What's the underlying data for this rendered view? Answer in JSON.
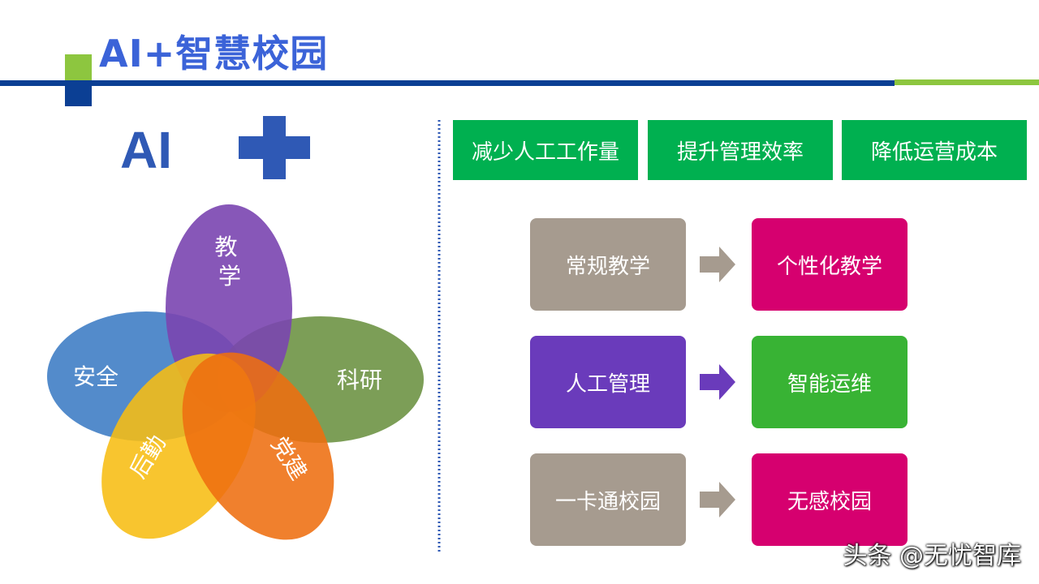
{
  "header": {
    "title": "AI+智慧校园"
  },
  "left": {
    "ai_text": "AI",
    "petals": {
      "top": "教\n学",
      "left": "安全",
      "right": "科研",
      "bottom_left": "后勤",
      "bottom_right": "党建"
    }
  },
  "benefits": [
    "减少人工工作量",
    "提升管理效率",
    "降低运营成本"
  ],
  "flows": [
    {
      "from": "常规教学",
      "to": "个性化教学",
      "from_color": "#a69b8f",
      "to_color": "#d6006f",
      "arrow_color": "#a69b8f"
    },
    {
      "from": "人工管理",
      "to": "智能运维",
      "from_color": "#6a3bbb",
      "to_color": "#38b334",
      "arrow_color": "#6a3bbb"
    },
    {
      "from": "一卡通校园",
      "to": "无感校园",
      "from_color": "#a69b8f",
      "to_color": "#d6006f",
      "arrow_color": "#a69b8f"
    }
  ],
  "watermark": "头条 @无忧智库",
  "colors": {
    "title": "#3b63d8",
    "navy": "#0b3f94",
    "lime": "#8dc63f",
    "green": "#00b050"
  }
}
